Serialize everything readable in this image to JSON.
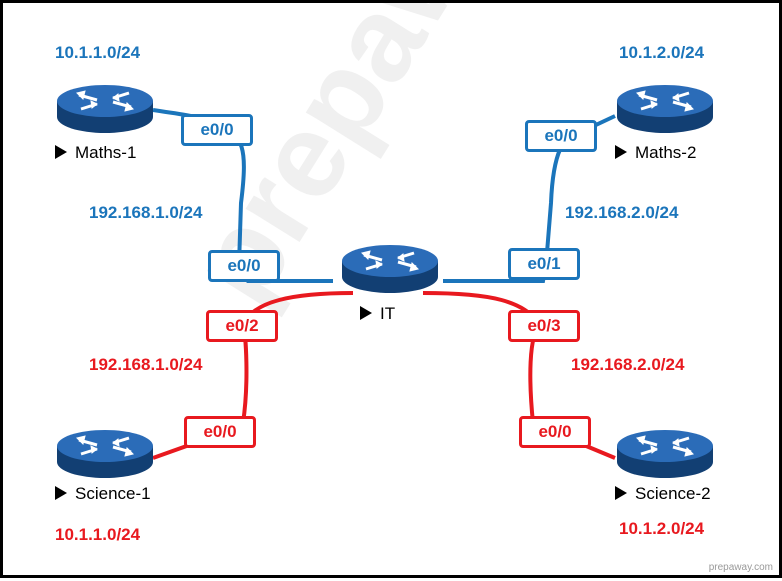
{
  "colors": {
    "blue": "#1b75bb",
    "red": "#e8191f",
    "router": "#1f5fa8"
  },
  "networks": {
    "maths1_lan": "10.1.1.0/24",
    "maths2_lan": "10.1.2.0/24",
    "link_maths1": "192.168.1.0/24",
    "link_maths2": "192.168.2.0/24",
    "link_science1": "192.168.1.0/24",
    "link_science2": "192.168.2.0/24",
    "science1_lan": "10.1.1.0/24",
    "science2_lan": "10.1.2.0/24"
  },
  "routers": {
    "maths1": "Maths-1",
    "maths2": "Maths-2",
    "it": "IT",
    "science1": "Science-1",
    "science2": "Science-2"
  },
  "interfaces": {
    "maths1_e0_0": "e0/0",
    "maths2_e0_0": "e0/0",
    "it_e0_0": "e0/0",
    "it_e0_1": "e0/1",
    "it_e0_2": "e0/2",
    "it_e0_3": "e0/3",
    "science1_e0_0": "e0/0",
    "science2_e0_0": "e0/0"
  },
  "watermark": "prepaway",
  "corner_mark": "prepaway.com"
}
